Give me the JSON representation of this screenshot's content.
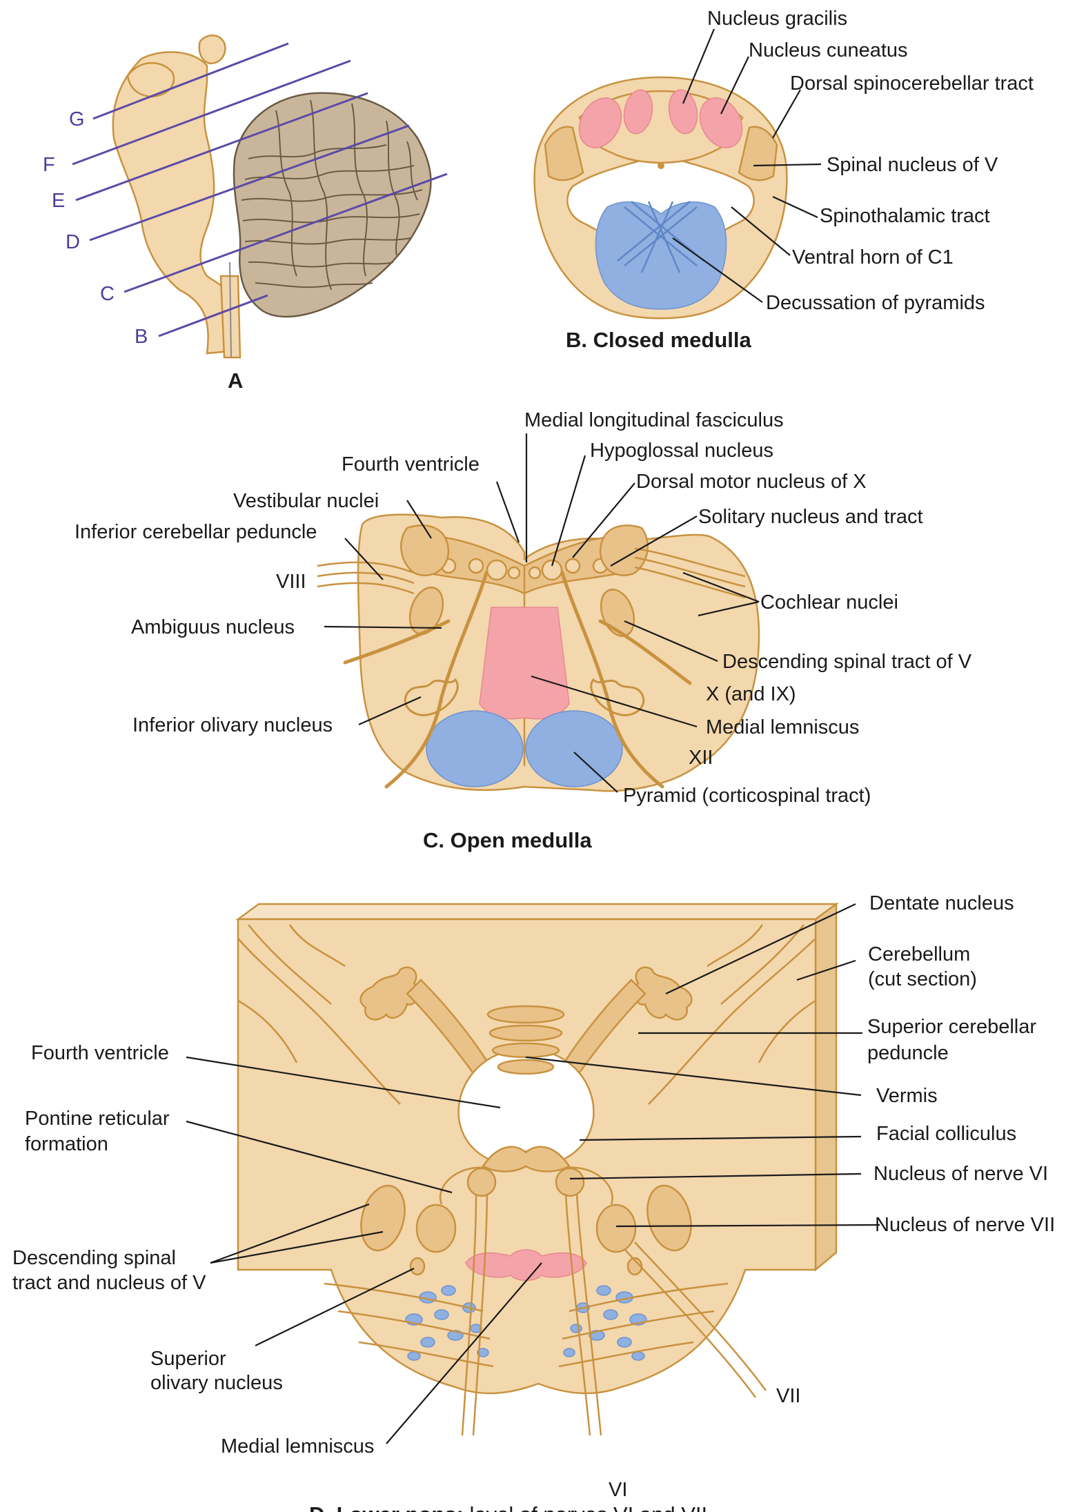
{
  "panel_a": {
    "caption": "A",
    "sections": [
      "G",
      "F",
      "E",
      "D",
      "C",
      "B"
    ]
  },
  "panel_b": {
    "caption": "B. Closed medulla",
    "labels": [
      "Nucleus gracilis",
      "Nucleus cuneatus",
      "Dorsal spinocerebellar tract",
      "Spinal nucleus of V",
      "Spinothalamic tract",
      "Ventral horn of C1",
      "Decussation of pyramids"
    ]
  },
  "panel_c": {
    "caption": "C. Open medulla",
    "labels": [
      "Medial longitudinal fasciculus",
      "Hypoglossal nucleus",
      "Fourth ventricle",
      "Dorsal motor nucleus of X",
      "Vestibular nuclei",
      "Solitary nucleus and tract",
      "Inferior cerebellar peduncle",
      "VIII",
      "Cochlear nuclei",
      "Ambiguus nucleus",
      "Descending spinal tract of V",
      "X (and IX)",
      "Inferior olivary nucleus",
      "Medial lemniscus",
      "XII",
      "Pyramid (corticospinal tract)"
    ]
  },
  "panel_d": {
    "caption_bold": "D. Lower pons:",
    "caption_rest": " level of nerves VI and VII",
    "labels": [
      "Dentate nucleus",
      "Cerebellum",
      "(cut section)",
      "Superior cerebellar",
      "peduncle",
      "Fourth ventricle",
      "Vermis",
      "Pontine reticular",
      "formation",
      "Facial colliculus",
      "Nucleus of nerve VI",
      "Nucleus of nerve VII",
      "Descending spinal",
      "tract and nucleus of V",
      "Superior",
      "olivary nucleus",
      "VII",
      "Medial lemniscus",
      "VI"
    ]
  }
}
